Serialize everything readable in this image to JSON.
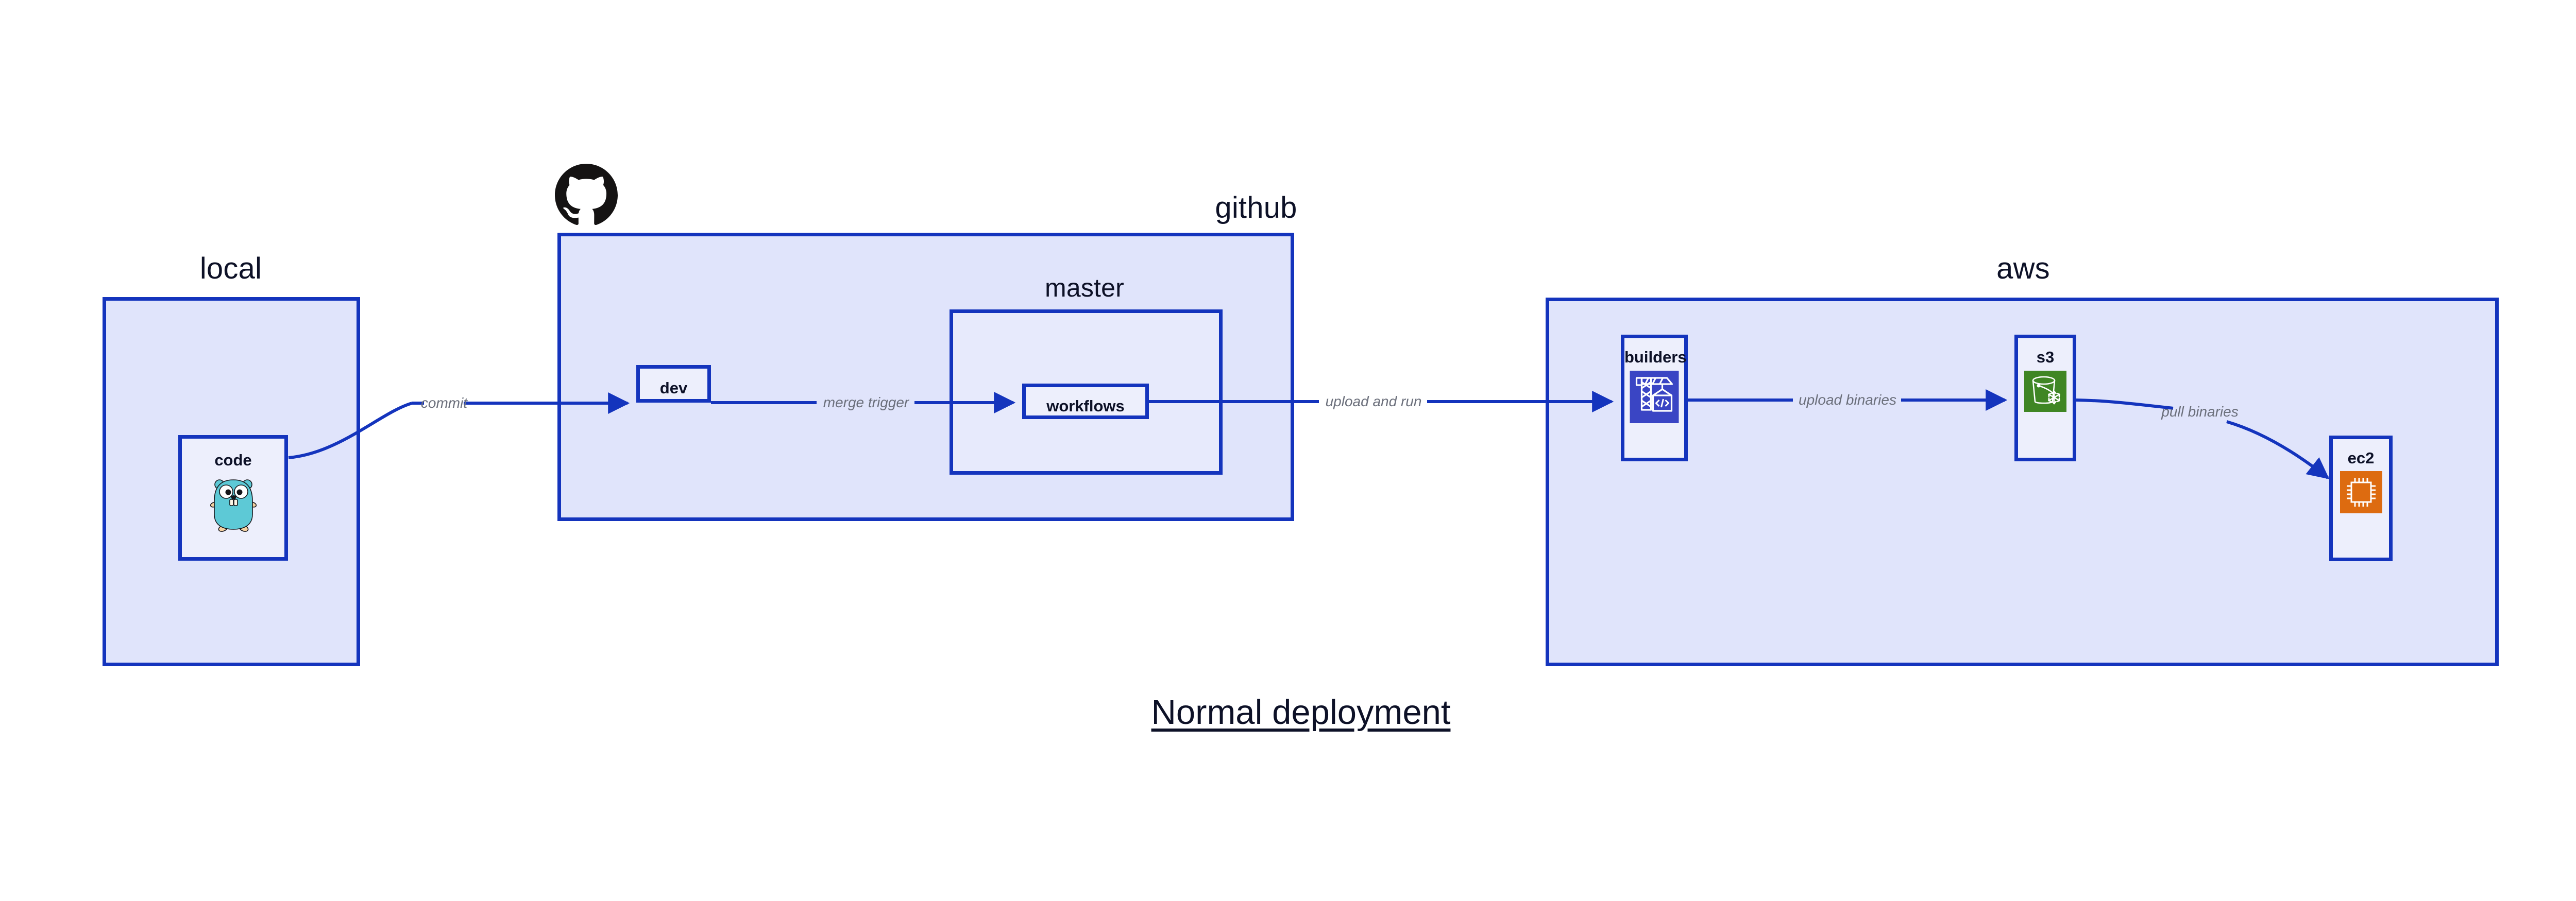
{
  "diagram": {
    "caption": "Normal deployment",
    "background_color": "#ffffff",
    "accent_color": "#1434bd",
    "container_fill": "#e0e4fb",
    "node_fill": "#edeffc",
    "label_color": "#6b6f7b",
    "title_color": "#0d1127"
  },
  "containers": [
    {
      "id": "local",
      "title": "local"
    },
    {
      "id": "github",
      "title": "github"
    },
    {
      "id": "master",
      "title": "master"
    },
    {
      "id": "aws",
      "title": "aws"
    }
  ],
  "nodes": [
    {
      "id": "code",
      "label": "code",
      "icon": "go-gopher-icon"
    },
    {
      "id": "dev",
      "label": "dev",
      "icon": ""
    },
    {
      "id": "workflows",
      "label": "workflows",
      "icon": ""
    },
    {
      "id": "builders",
      "label": "builders",
      "icon": "aws-codebuild-crane-icon",
      "icon_color": "#3a45c4"
    },
    {
      "id": "s3",
      "label": "s3",
      "icon": "aws-s3-bucket-glacier-icon",
      "icon_color": "#3f8624"
    },
    {
      "id": "ec2",
      "label": "ec2",
      "icon": "aws-ec2-chip-icon",
      "icon_color": "#dd6b10"
    }
  ],
  "edges": [
    {
      "id": "commit",
      "label": "commit",
      "from": "code",
      "to": "dev"
    },
    {
      "id": "merge-trigger",
      "label": "merge trigger",
      "from": "dev",
      "to": "workflows"
    },
    {
      "id": "upload-and-run",
      "label": "upload and run",
      "from": "workflows",
      "to": "builders"
    },
    {
      "id": "upload-binaries",
      "label": "upload binaries",
      "from": "builders",
      "to": "s3"
    },
    {
      "id": "pull-binaries",
      "label": "pull binaries",
      "from": "s3",
      "to": "ec2"
    }
  ],
  "logos": [
    {
      "id": "github-octocat",
      "name": "github-octocat-logo",
      "color": "#151313"
    }
  ]
}
